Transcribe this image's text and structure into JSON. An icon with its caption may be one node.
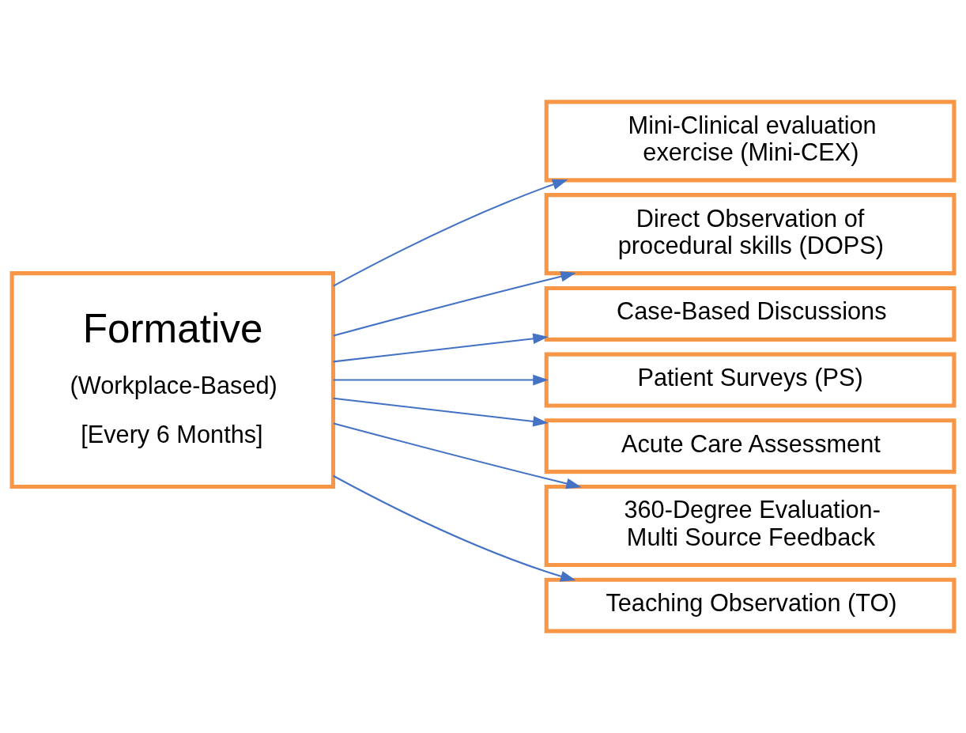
{
  "diagram": {
    "nodes": [
      {
        "text": [
          "Formative",
          "(Workplace-Based)",
          "[Every 6 Months]"
        ]
      },
      {
        "text": [
          "Mini-Clinical evaluation exercise (Mini-CEX)"
        ]
      },
      {
        "text": [
          "Direct Observation of procedural skills (DOPS)"
        ]
      },
      {
        "text": [
          "Case-Based Discussions"
        ]
      },
      {
        "text": [
          "Patient Surveys (PS)"
        ]
      },
      {
        "text": [
          "Acute Care Assessment"
        ]
      },
      {
        "text": [
          "360-Degree Evaluation- Multi Source Feedback"
        ]
      },
      {
        "text": [
          "Teaching Observation (TO)"
        ]
      }
    ],
    "edges": [
      {
        "from": 0,
        "to": 1,
        "arrow": "to"
      },
      {
        "from": 0,
        "to": 2,
        "arrow": "to"
      },
      {
        "from": 0,
        "to": 3,
        "arrow": "to"
      },
      {
        "from": 0,
        "to": 4,
        "arrow": "to"
      },
      {
        "from": 0,
        "to": 5,
        "arrow": "to"
      },
      {
        "from": 0,
        "to": 6,
        "arrow": "to"
      },
      {
        "from": 0,
        "to": 7,
        "arrow": "to"
      }
    ]
  }
}
